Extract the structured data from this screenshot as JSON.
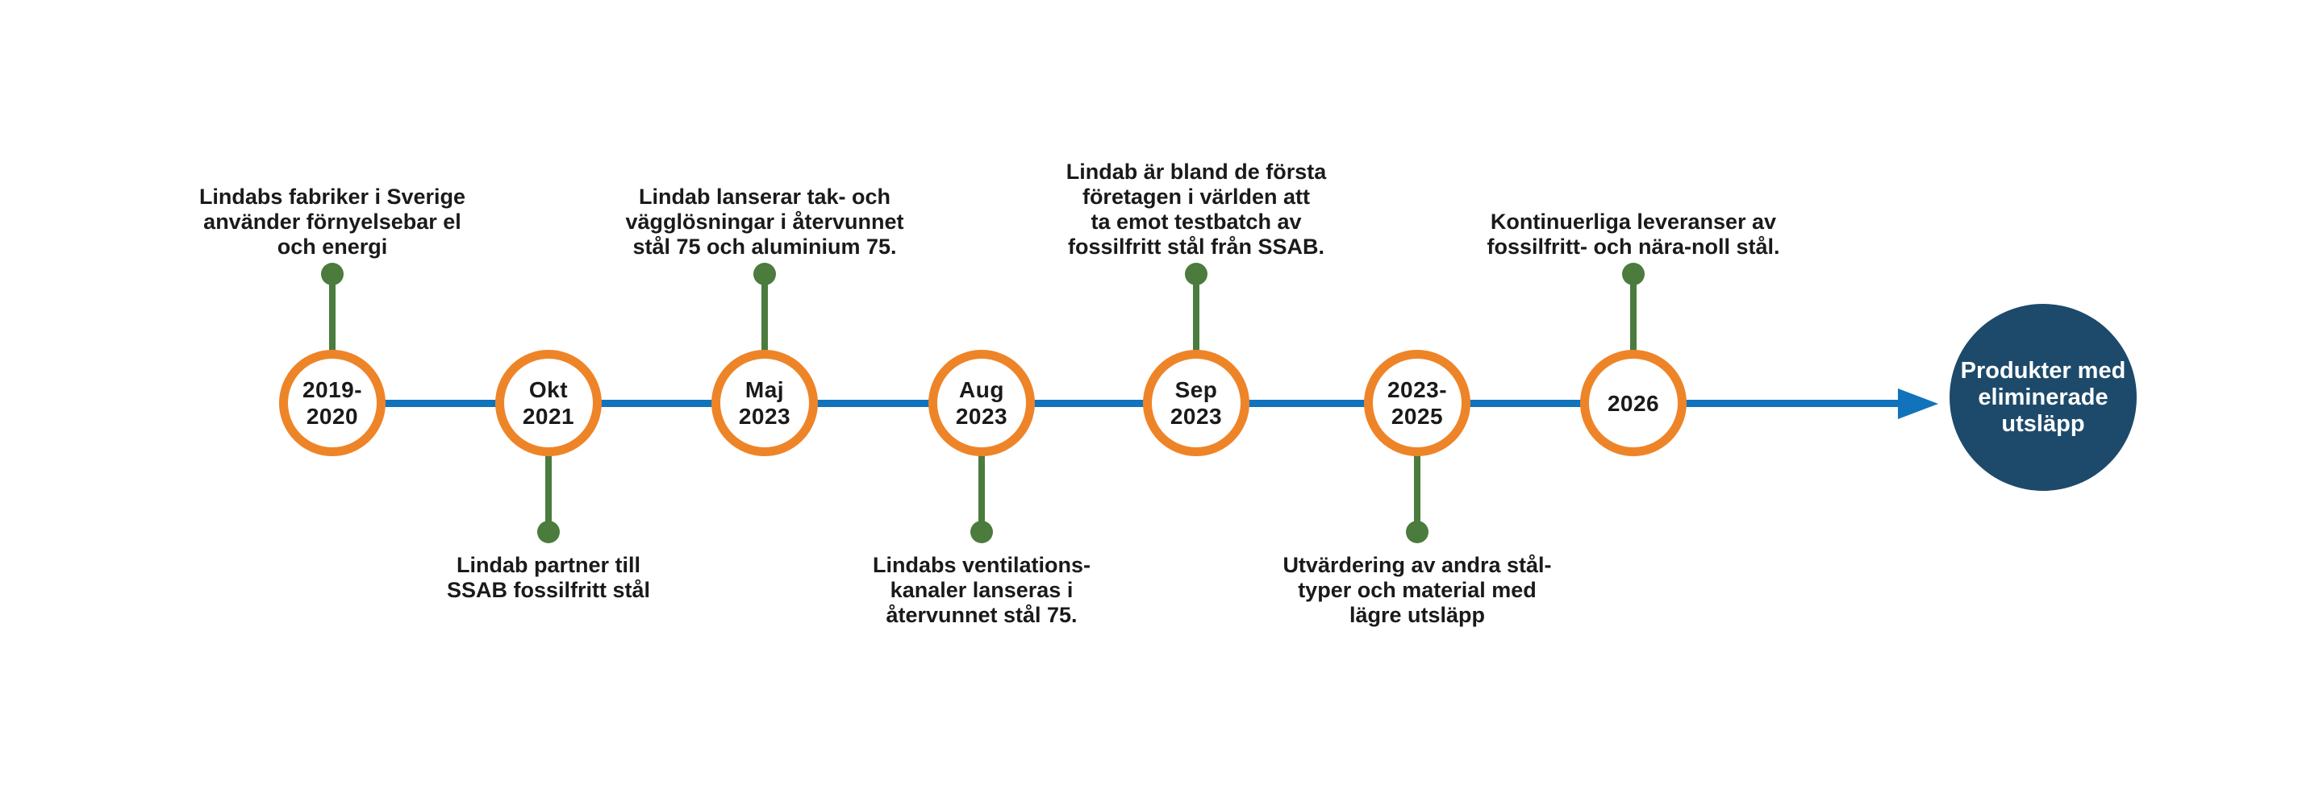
{
  "palette": {
    "orange": "#EE8428",
    "green": "#4B7B3D",
    "blue": "#1173BB",
    "navy": "#1D4A6B",
    "text": "#1A1A1A",
    "background": "#FFFFFF"
  },
  "timeline": {
    "milestones": [
      {
        "date": "2019-\n2020",
        "side": "above",
        "label": "Lindabs fabriker i Sverige\nanvänder förnyelsebar el\noch energi"
      },
      {
        "date": "Okt\n2021",
        "side": "below",
        "label": "Lindab partner till\nSSAB fossilfritt stål"
      },
      {
        "date": "Maj\n2023",
        "side": "above",
        "label": "Lindab lanserar tak- och\nvägglösningar i återvunnet\nstål 75 och aluminium 75."
      },
      {
        "date": "Aug\n2023",
        "side": "below",
        "label": "Lindabs ventilations-\nkanaler lanseras i\nåtervunnet stål 75."
      },
      {
        "date": "Sep\n2023",
        "side": "above",
        "label": "Lindab är bland de första\nföretagen i världen att\nta emot testbatch av\nfossilfritt stål från SSAB."
      },
      {
        "date": "2023-\n2025",
        "side": "below",
        "label": "Utvärdering av andra stål-\ntyper och material med\nlägre utsläpp"
      },
      {
        "date": "2026",
        "side": "above",
        "label": "Kontinuerliga leveranser av\nfossilfritt- och nära-noll stål."
      }
    ],
    "goal": {
      "label": "Produkter med\neliminerade\nutsläpp"
    }
  }
}
